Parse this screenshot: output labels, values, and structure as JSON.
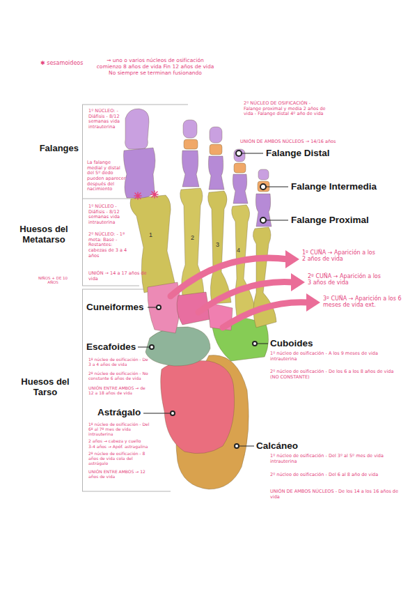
{
  "diagram": {
    "nodes": [
      {
        "text": [
          "Falanges",
          "1º NÚCLEO: - Diáfisis - 8/12 semanas vida intrauterina",
          "La falange medial y distal del 5º dedo pueden aparecer después del nacimiento"
        ]
      },
      {
        "text": [
          "Huesos del Metatarso",
          "1º NÚCLEO - Diáfisis - 8/12 semanas vida intrauterina",
          "2º NÚCLEO: - 1ª meta: Base - Restantes: cabezas de 3 a 4 años",
          "UNIÓN → 14 a 17 años de vida"
        ]
      },
      {
        "text": [
          "Huesos del Tarso",
          "1º núcleo de osificación - De 3 a 4 años de vida",
          "2º núcleo de osificación - No constante 6 años de vida",
          "UNIÓN ENTRE AMBOS → de 12 a 18 años de vida",
          "1º núcleo de osificación - Del 6º al 7º mes de vida intrauterina",
          "2 años → cabeza y cuello",
          "3-4 años → Apóf. astragalina",
          "2º núcleo de osificación - 8 años de vida cola del astrágalo",
          "UNIÓN ENTRE AMBOS → 12 años de vida"
        ]
      }
    ],
    "labels": [
      "✱ sesamoideos",
      "→ uno o varios núcleos de osificación comienzo 8 años de vida Fin 12 años de vida No siempre se terminan fusionando",
      "2º NÚCLEO DE OSIFICACIÓN - Falange proximal y media 2 años de vida - Falange distal 4º año de vida",
      "UNIÓN DE AMBOS NÚCLEOS → 14/16 años",
      "Falange Distal",
      "Falange Intermedia",
      "Falange Proximal",
      "1",
      "2",
      "3",
      "4",
      "NIÑOS + DE 10 AÑOS",
      "1º CUÑA → Aparición a los 2 años de vida",
      "2º CUÑA → Aparición a los 3 años de vida",
      "3º CUÑA → Aparición a los 6 meses de vida ext.",
      "Cuneiformes",
      "Escafoides",
      "Cuboides",
      "1º núcleo de osificación - A los 9 meses de vida intrauterina",
      "2º núcleo de osificación - De los 6 a los 8 años de vida (NO CONSTANTE)",
      "Astrágalo",
      "Calcáneo",
      "1º núcleo de osificación - Del 3º al 5º mes de vida intrauterina",
      "2º núcleo de osificación - Del 6 al 8 año de vida",
      "UNIÓN DE AMBOS NÚCLEOS - De los 14 a los 16 años de vida"
    ]
  }
}
